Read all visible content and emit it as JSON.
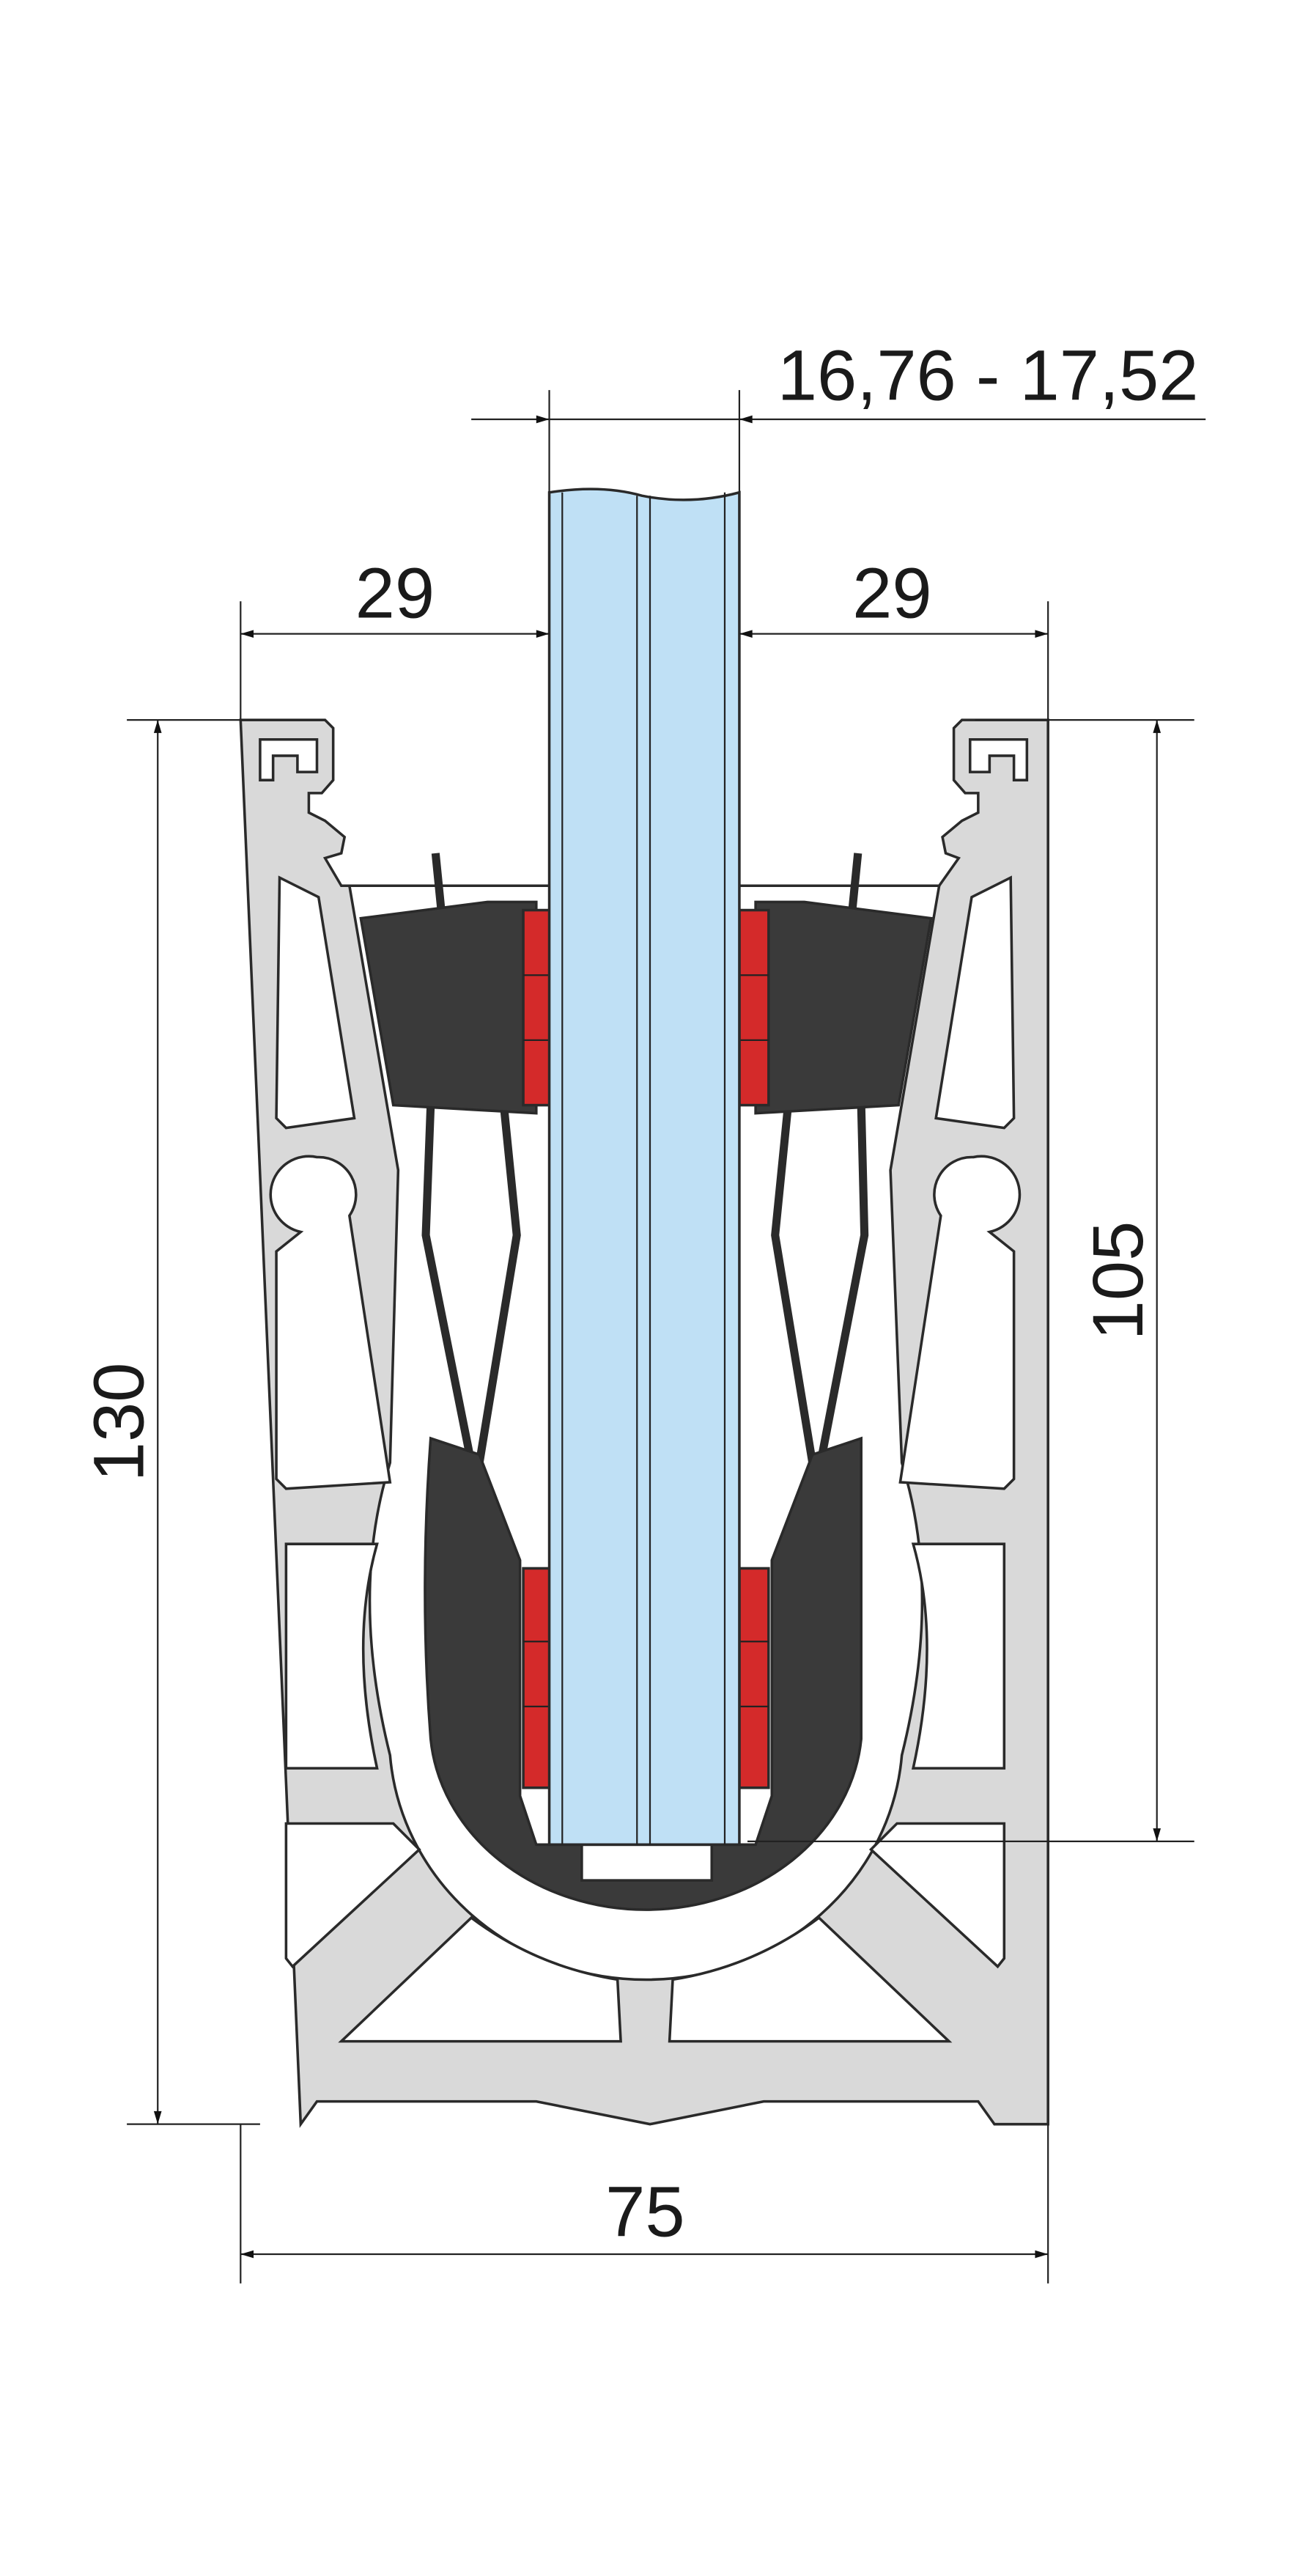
{
  "dimensions": {
    "glass_thickness": "16,76 - 17,52",
    "left_offset": "29",
    "right_offset": "29",
    "total_height": "130",
    "glass_depth": "105",
    "total_width": "75"
  },
  "colors": {
    "aluminium": "#d9d9d9",
    "glass": "#bfe0f5",
    "insert": "#3a3a3a",
    "gasket": "#d42a2a",
    "line": "#222222"
  }
}
